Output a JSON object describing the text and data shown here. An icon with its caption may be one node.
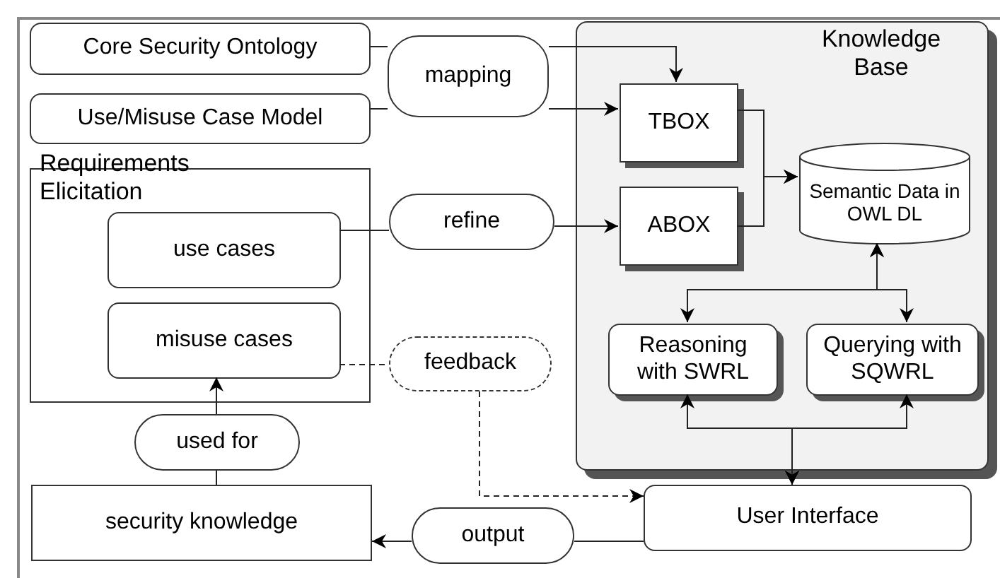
{
  "diagram": {
    "nodes": [
      {
        "text": [
          "Core Security Ontology"
        ]
      },
      {
        "text": [
          "mapping"
        ]
      },
      {
        "text": [
          "Use/Misuse Case Model"
        ]
      },
      {
        "text": [
          "Requirements Elicitation"
        ]
      },
      {
        "text": [
          "use cases"
        ],
        "in": 3
      },
      {
        "text": [
          "misuse cases"
        ],
        "in": 3
      },
      {
        "text": [
          "refine"
        ]
      },
      {
        "text": [
          "feedback"
        ]
      },
      {
        "text": [
          "used for"
        ]
      },
      {
        "text": [
          "security knowledge"
        ]
      },
      {
        "text": [
          "output"
        ]
      },
      {
        "text": [
          "User Interface"
        ]
      },
      {
        "text": [
          "Knowledge Base"
        ]
      },
      {
        "text": [
          "TBOX"
        ],
        "in": 12
      },
      {
        "text": [
          "ABOX"
        ],
        "in": 12
      },
      {
        "text": [
          "Semantic Data in OWL DL"
        ],
        "in": 12
      },
      {
        "text": [
          "Reasoning with SWRL"
        ],
        "in": 12
      },
      {
        "text": [
          "Querying with SQWRL"
        ],
        "in": 12
      }
    ],
    "edges": [
      {
        "from": 0,
        "to": 1,
        "arrow": "none"
      },
      {
        "from": 1,
        "to": 13,
        "arrow": "to"
      },
      {
        "from": 2,
        "to": 1,
        "arrow": "none"
      },
      {
        "from": 1,
        "to": 13,
        "arrow": "to"
      },
      {
        "from": 4,
        "to": 6,
        "arrow": "none"
      },
      {
        "from": 6,
        "to": 14,
        "arrow": "to"
      },
      {
        "from": 13,
        "to": 15,
        "arrow": "to"
      },
      {
        "from": 14,
        "to": 15,
        "arrow": "to"
      },
      {
        "from": 15,
        "to": 16,
        "arrow": "both"
      },
      {
        "from": 15,
        "to": 17,
        "arrow": "both"
      },
      {
        "from": 11,
        "to": 16,
        "arrow": "both"
      },
      {
        "from": 11,
        "to": 17,
        "arrow": "both"
      },
      {
        "from": 5,
        "to": 7,
        "arrow": "none",
        "style": "dashed"
      },
      {
        "from": 7,
        "to": 11,
        "arrow": "to",
        "style": "dashed"
      },
      {
        "from": 9,
        "to": 8,
        "arrow": "none"
      },
      {
        "from": 8,
        "to": 5,
        "arrow": "to"
      },
      {
        "from": 11,
        "to": 10,
        "arrow": "none"
      },
      {
        "from": 10,
        "to": 9,
        "arrow": "to"
      }
    ]
  }
}
